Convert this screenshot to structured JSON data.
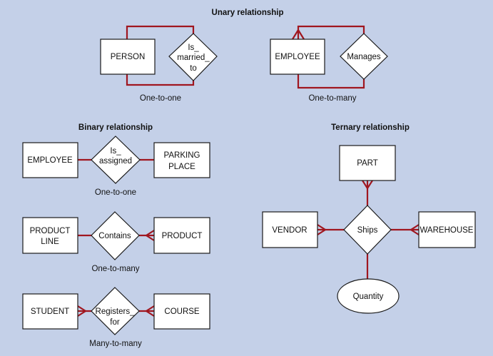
{
  "colors": {
    "background": "#c4d0e8",
    "connector": "#a0161f",
    "shape_fill": "#ffffff",
    "outline": "#1a1a1a"
  },
  "sections": {
    "unary": "Unary relationship",
    "binary": "Binary relationship",
    "ternary": "Ternary relationship"
  },
  "unary": {
    "one_to_one": {
      "entity": "PERSON",
      "relationship": [
        "Is_",
        "married_",
        "to"
      ],
      "cardinality": "One-to-one"
    },
    "one_to_many": {
      "entity": "EMPLOYEE",
      "relationship": [
        "Manages"
      ],
      "cardinality": "One-to-many"
    }
  },
  "binary": {
    "one_to_one": {
      "left": [
        "EMPLOYEE"
      ],
      "relationship": [
        "Is_",
        "assigned"
      ],
      "right": [
        "PARKING",
        "PLACE"
      ],
      "cardinality": "One-to-one"
    },
    "one_to_many": {
      "left": [
        "PRODUCT",
        "LINE"
      ],
      "relationship": [
        "Contains"
      ],
      "right": [
        "PRODUCT"
      ],
      "cardinality": "One-to-many"
    },
    "many_to_many": {
      "left": [
        "STUDENT"
      ],
      "relationship": [
        "Registers_",
        "for"
      ],
      "right": [
        "COURSE"
      ],
      "cardinality": "Many-to-many"
    }
  },
  "ternary": {
    "top": "PART",
    "left": "VENDOR",
    "center": "Ships",
    "right": "WAREHOUSE",
    "attribute": "Quantity"
  }
}
